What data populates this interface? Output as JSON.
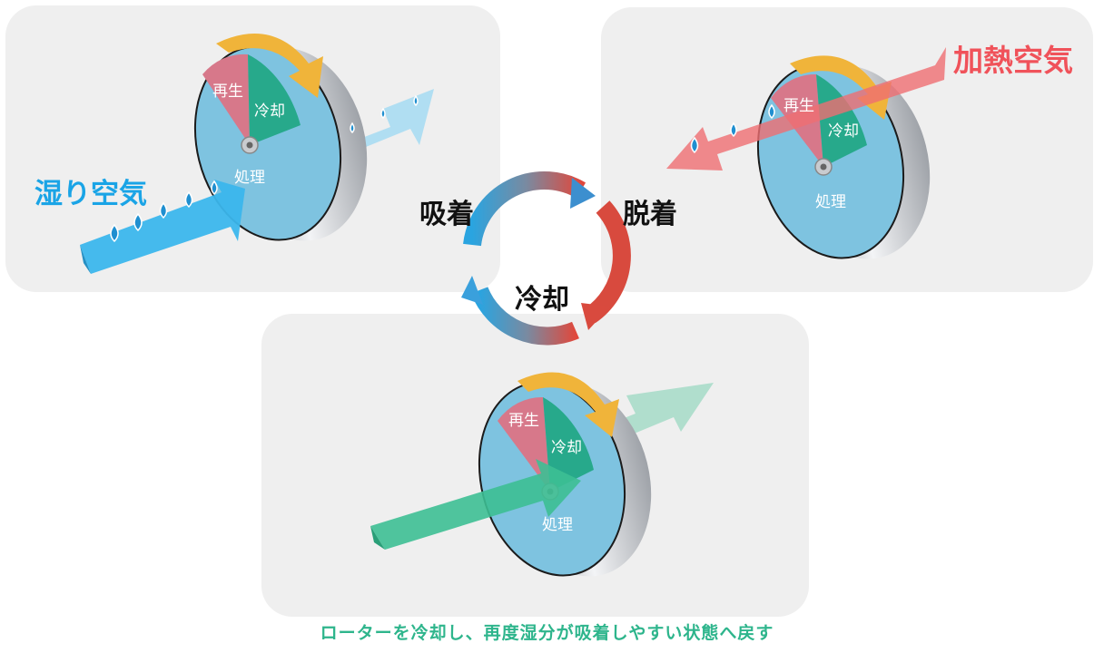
{
  "colors": {
    "panel_bg": "#efefef",
    "sector_regen": "#d7788a",
    "sector_cool": "#27a98b",
    "sector_process": "#7ec3e0",
    "wet_air_arrow": "#3bb6ec",
    "heated_air_arrow": "#ef6e72",
    "cooling_arrow": "#3dbf94",
    "rotation_arrow": "#f0b43a",
    "cycle_blue": "#2aa4e0",
    "cycle_red": "#e0483c",
    "label_wet": "#1aa4e6",
    "label_heat": "#f0525a",
    "caption": "#2eb58c"
  },
  "cycle": {
    "adsorption": "吸着",
    "desorption": "脱着",
    "cooling": "冷却"
  },
  "panels": {
    "adsorption": {
      "air_label": "湿り空気",
      "wheel": {
        "regen": "再生",
        "cool": "冷却",
        "process": "処理"
      }
    },
    "desorption": {
      "air_label": "加熱空気",
      "wheel": {
        "regen": "再生",
        "cool": "冷却",
        "process": "処理"
      }
    },
    "cooling": {
      "wheel": {
        "regen": "再生",
        "cool": "冷却",
        "process": "処理"
      }
    }
  },
  "caption": "ローターを冷却し、再度湿分が吸着しやすい状態へ戻す"
}
